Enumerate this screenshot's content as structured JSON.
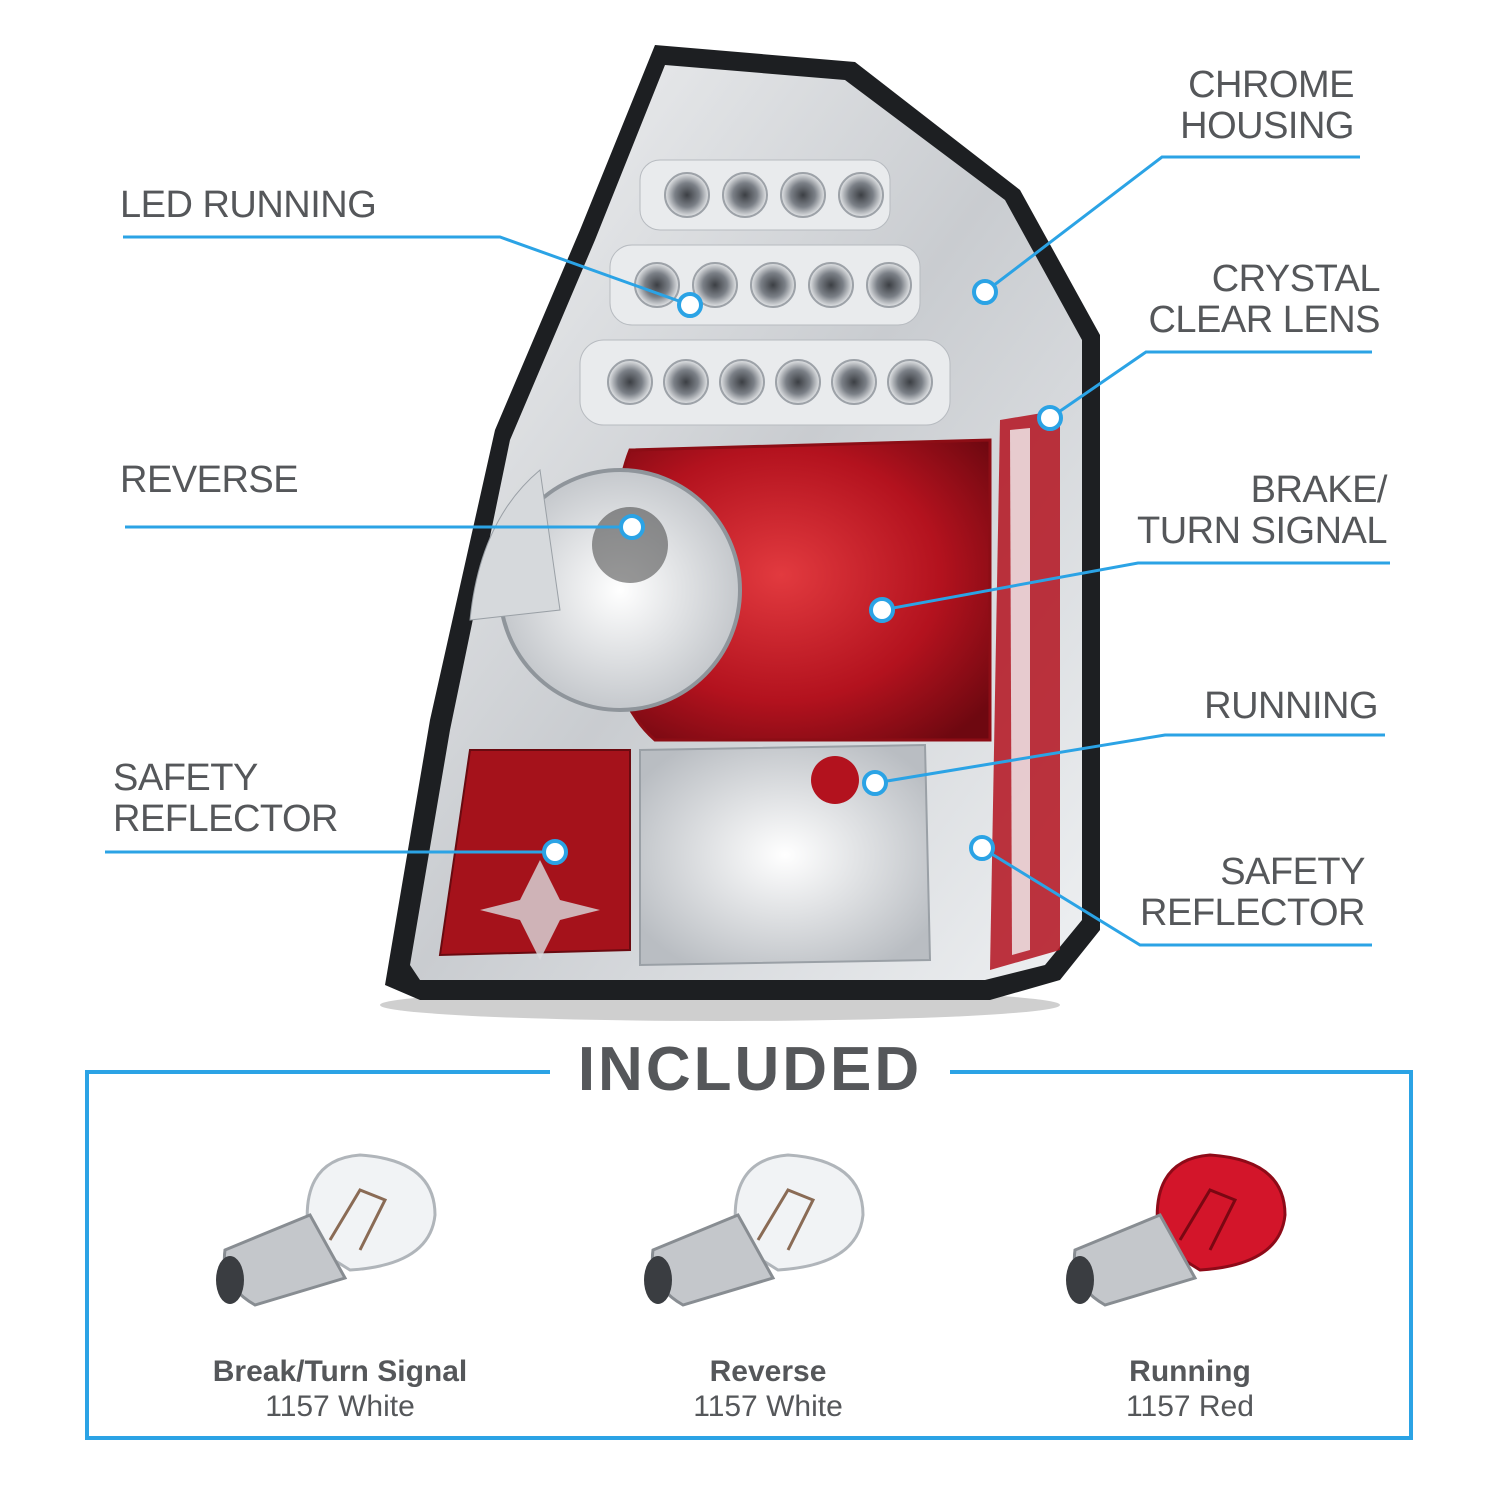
{
  "callouts": {
    "led_running": "LED RUNNING",
    "reverse": "REVERSE",
    "safety_reflector_left": "SAFETY\nREFLECTOR",
    "chrome_housing": "CHROME\nHOUSING",
    "crystal_clear_lens": "CRYSTAL\nCLEAR LENS",
    "brake_turn_signal": "BRAKE/\nTURN SIGNAL",
    "running": "RUNNING",
    "safety_reflector_right": "SAFETY\nREFLECTOR"
  },
  "included": {
    "title": "INCLUDED",
    "bulbs": [
      {
        "name": "Break/Turn Signal",
        "spec": "1157 White",
        "glass": "clear"
      },
      {
        "name": "Reverse",
        "spec": "1157 White",
        "glass": "clear"
      },
      {
        "name": "Running",
        "spec": "1157 Red",
        "glass": "red"
      }
    ]
  },
  "colors": {
    "accent": "#2ba3e5",
    "text": "#55575a",
    "lens_red": "#b3121e",
    "chrome": "#d9dcdf"
  }
}
